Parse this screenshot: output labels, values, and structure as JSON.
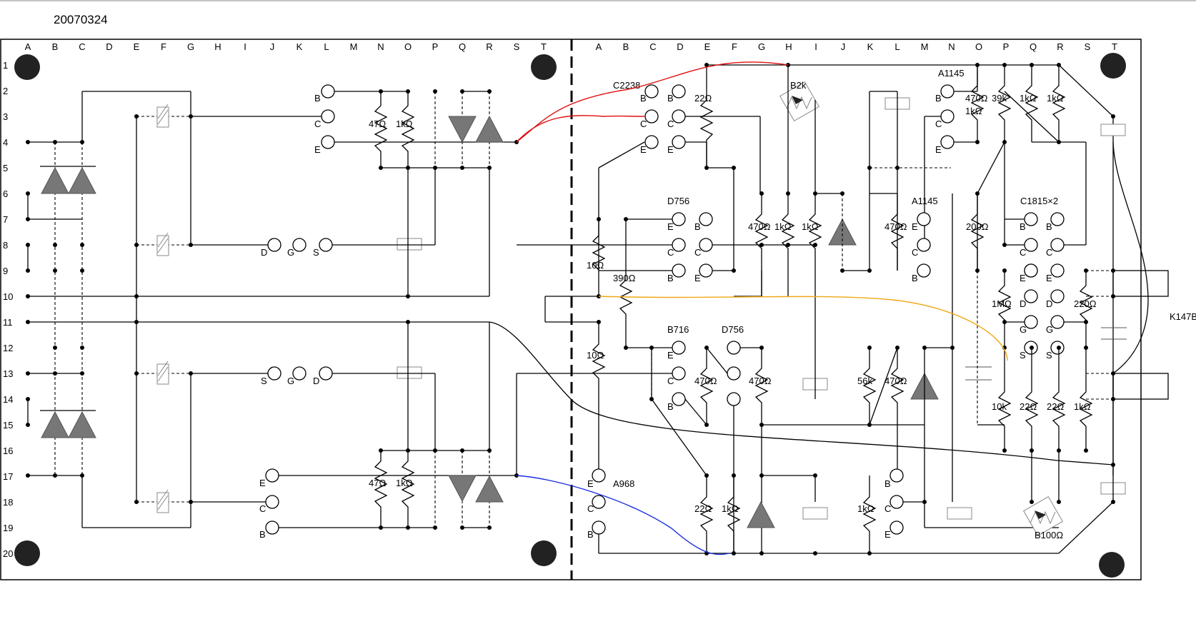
{
  "title_date": "20070324",
  "columns_left": [
    "A",
    "B",
    "C",
    "D",
    "E",
    "F",
    "G",
    "H",
    "I",
    "J",
    "K",
    "L",
    "M",
    "N",
    "O",
    "P",
    "Q",
    "R",
    "S",
    "T"
  ],
  "columns_right": [
    "A",
    "B",
    "C",
    "D",
    "E",
    "F",
    "G",
    "H",
    "I",
    "J",
    "K",
    "L",
    "M",
    "N",
    "O",
    "P",
    "Q",
    "R",
    "S",
    "T"
  ],
  "rows": [
    "1",
    "2",
    "3",
    "4",
    "5",
    "6",
    "7",
    "8",
    "9",
    "10",
    "11",
    "12",
    "13",
    "14",
    "15",
    "16",
    "17",
    "18",
    "19",
    "20"
  ],
  "left_board": {
    "transistor_top": {
      "b": "B",
      "c": "C",
      "e": "E"
    },
    "transistor_bottom": {
      "e": "E",
      "c": "C",
      "b": "B"
    },
    "fet_top": {
      "d": "D",
      "g": "G",
      "s": "S"
    },
    "fet_bottom": {
      "s": "S",
      "g": "G",
      "d": "D"
    },
    "resistors_top": [
      "47Ω",
      "1kΩ"
    ],
    "resistors_bottom": [
      "47Ω",
      "1kΩ"
    ]
  },
  "right_board": {
    "q_c2238": {
      "name": "C2238",
      "b1": "B",
      "b2": "B",
      "c1": "C",
      "c2": "C",
      "e1": "E",
      "e2": "E"
    },
    "vr_b2k": "B2k",
    "r_22_top": "22Ω",
    "q_a1145_top": {
      "name": "A1145",
      "b": "B",
      "c": "C",
      "e": "E"
    },
    "r_470_top": "470Ω",
    "r_39k": "39k",
    "r_1k_a": "1kΩ",
    "r_1k_b": "1kΩ",
    "r_1k_c": "1kΩ",
    "q_d756_top": {
      "name": "D756",
      "e": "E",
      "b": "B",
      "c1": "C",
      "c2": "C",
      "b2": "B",
      "e2": "E"
    },
    "r_470_mid": "470Ω",
    "r_1k_mid1": "1kΩ",
    "r_1k_mid2": "1kΩ",
    "q_a1145_mid": {
      "name": "A1145",
      "e": "E",
      "c": "C",
      "b": "B"
    },
    "r_470_mid2": "470Ω",
    "r_200": "200Ω",
    "q_c1815": {
      "name": "C1815×2",
      "b1": "B",
      "b2": "B",
      "c1": "C",
      "c2": "C",
      "e1": "E",
      "e2": "E"
    },
    "r_10_top": "10Ω",
    "r_390": "390Ω",
    "jfet_pair": {
      "d1": "D",
      "d2": "D",
      "g1": "G",
      "g2": "G",
      "s1": "S",
      "s2": "S"
    },
    "r_1m": "1MΩ",
    "r_220": "220Ω",
    "relay": "K147B",
    "q_b716": {
      "name": "B716",
      "e": "E",
      "c": "C",
      "b": "B"
    },
    "q_d756_bottom": "D756",
    "r_10_bottom": "10Ω",
    "r_470_low1": "470Ω",
    "r_470_low2": "470Ω",
    "r_56k": "56k",
    "r_470_low3": "470Ω",
    "r_10k": "10k",
    "r_22_a": "22Ω",
    "r_22_b": "22Ω",
    "r_1k_low": "1kΩ",
    "q_a968": {
      "name": "A968",
      "e": "E",
      "c": "C",
      "b": "B"
    },
    "r_22_bottom": "22Ω",
    "r_1k_bottom": "1kΩ",
    "r_1k_bottom2": "1kΩ",
    "q_bottom_right": {
      "b": "B",
      "c": "C",
      "e": "E"
    },
    "vr_b100": "B100Ω"
  },
  "wire_colors": {
    "red": "#e01010",
    "blue": "#1a2ee0",
    "orange": "#f0a818",
    "black": "#000000"
  }
}
